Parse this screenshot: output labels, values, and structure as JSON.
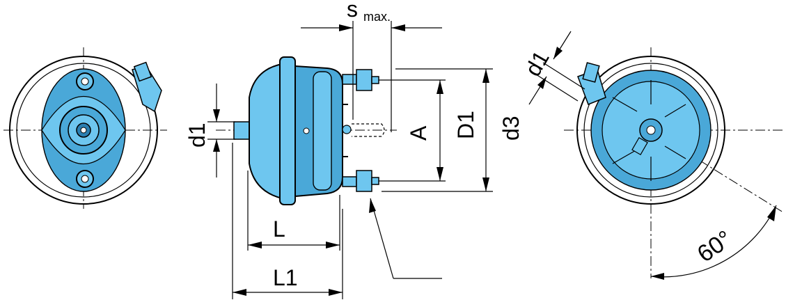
{
  "labels": {
    "s_max_main": "s",
    "s_max_sub": "max.",
    "d1_left": "d1",
    "A": "A",
    "D1": "D1",
    "d3": "d3",
    "L": "L",
    "L1": "L1",
    "d1_right": "d1",
    "angle": "60°"
  },
  "colors": {
    "body_fill": "#6ec6ef",
    "body_shade": "#4aa8d8",
    "line": "#000000"
  }
}
